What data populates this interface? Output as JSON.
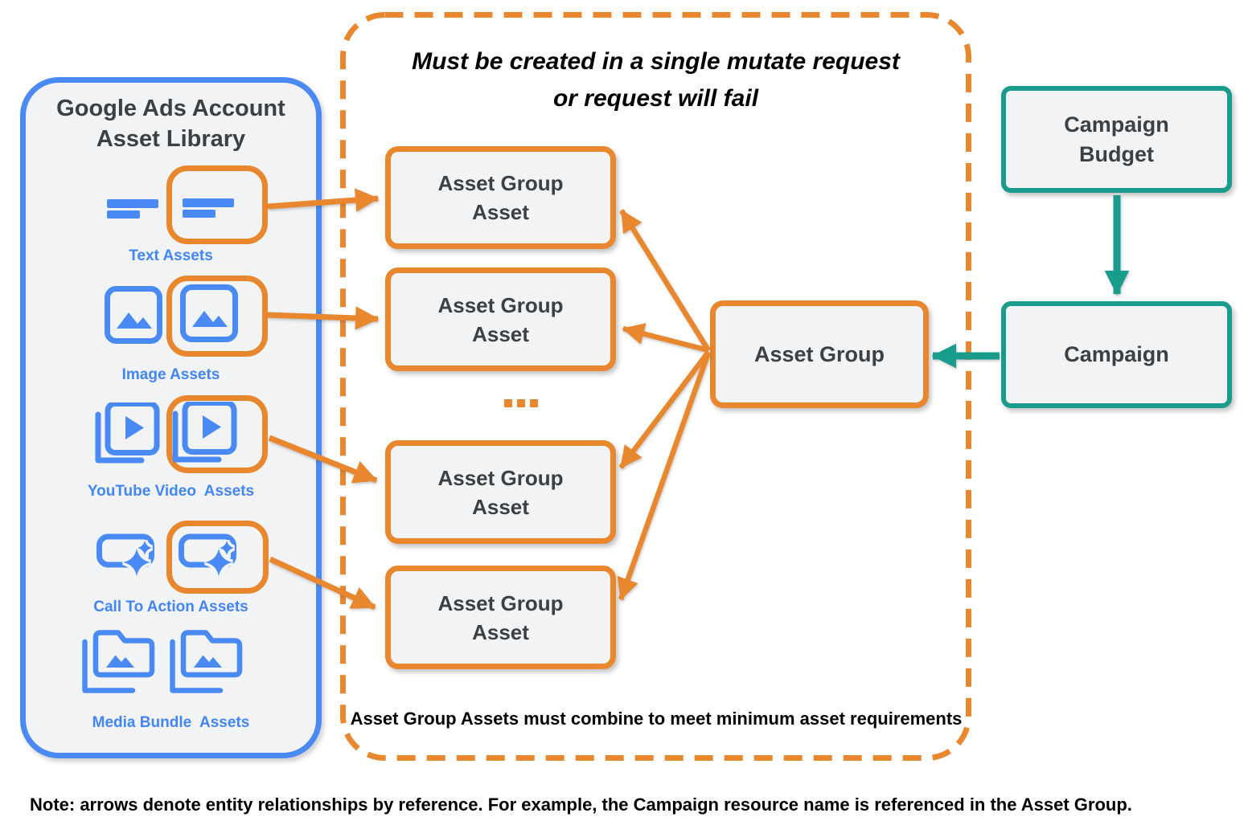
{
  "colors": {
    "orange": "#E8872E",
    "blue": "#4A8AF5",
    "label_blue": "#4285F4",
    "teal": "#199C8B",
    "panel_fill": "#F1F3F4",
    "box_fill": "#F1F3F4",
    "text_dark": "#3C4043",
    "text_black": "#000000"
  },
  "library": {
    "title": "Google Ads Account Asset Library",
    "sections": [
      {
        "label": "Text Assets",
        "icon": "text-lines-icon"
      },
      {
        "label": "Image Assets",
        "icon": "image-icon"
      },
      {
        "label": "YouTube Video  Assets",
        "icon": "video-library-icon"
      },
      {
        "label": "Call To Action Assets",
        "icon": "cta-button-sparkle-icon"
      },
      {
        "label": "Media Bundle  Assets",
        "icon": "folder-media-stack-icon"
      }
    ]
  },
  "mutate_group": {
    "title_line1": "Must be created in a single mutate request",
    "title_line2": "or request will fail",
    "boxes": [
      "Asset Group Asset",
      "Asset Group Asset",
      "Asset Group Asset",
      "Asset Group Asset"
    ],
    "ellipsis": "...",
    "footnote": "Asset Group Assets must combine to meet minimum asset requirements"
  },
  "asset_group": {
    "label": "Asset Group"
  },
  "campaign_budget": {
    "label": "Campaign Budget"
  },
  "campaign": {
    "label": "Campaign"
  },
  "note": "Note: arrows denote entity relationships by reference. For example, the Campaign resource name is referenced in the Asset Group."
}
